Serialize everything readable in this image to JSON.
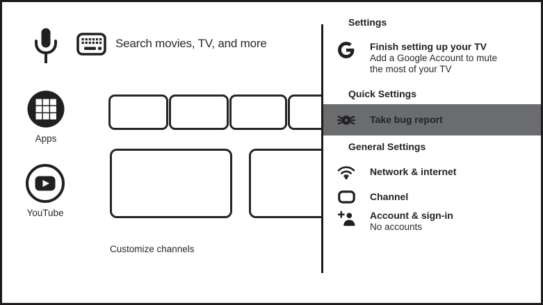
{
  "colors": {
    "ink": "#221f20",
    "outline": "#272425",
    "highlight_bg": "#6a6c6e",
    "highlight_ink": "#232327"
  },
  "icons": {
    "microphone": "voice search mic glyph",
    "keyboard": "on-screen keyboard glyph",
    "apps_grid": "3x3 app grid in black circle",
    "youtube": "play button in circle",
    "google_g": "Google G logo",
    "bug": "bug report beetle",
    "wifi": "wifi signal arcs",
    "channel": "rounded tv rectangle",
    "account": "person with plus"
  },
  "home": {
    "search_text": "Search movies, TV, and more",
    "apps_label": "Apps",
    "youtube_label": "YouTube",
    "customize_channels": "Customize channels"
  },
  "settings": {
    "title": "Settings",
    "setup_card": {
      "title": "Finish setting up your TV",
      "subtitle_lines": [
        "Add a Google Account to mute",
        "the most of your TV"
      ]
    },
    "sections": [
      {
        "header": "Quick Settings",
        "items": [
          {
            "icon": "bug-icon",
            "label": "Take bug report",
            "highlighted": true
          }
        ]
      },
      {
        "header": "General Settings",
        "items": [
          {
            "icon": "wifi-icon",
            "label": "Network & internet"
          },
          {
            "icon": "channel-icon",
            "label": "Channel"
          },
          {
            "icon": "account-icon",
            "label": "Account & sign-in",
            "sublabel": "No accounts"
          }
        ]
      }
    ]
  }
}
